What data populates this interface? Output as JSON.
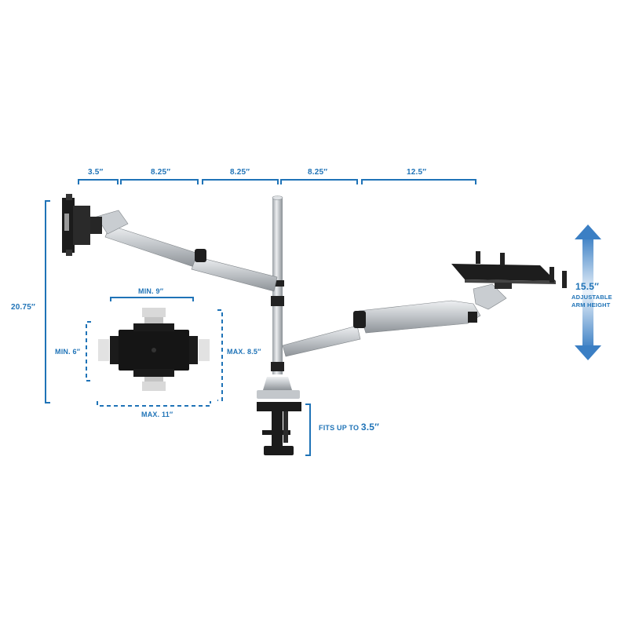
{
  "top_dimensions": [
    "3.5″",
    "8.25″",
    "8.25″",
    "8.25″",
    "12.5″"
  ],
  "total_height": "20.75″",
  "tablet_holder": {
    "min_width": "MIN. 9″",
    "min_height": "MIN. 6″",
    "max_height": "MAX. 8.5″",
    "max_width": "MAX. 11″"
  },
  "clamp": {
    "prefix": "FITS UP TO ",
    "value": "3.5″"
  },
  "arm_height": {
    "value": "15.5″",
    "line1": "ADJUSTABLE",
    "line2": "ARM HEIGHT"
  },
  "colors": {
    "accent": "#1f73b7",
    "silver": "#b9bdc1",
    "black": "#1b1b1b"
  }
}
